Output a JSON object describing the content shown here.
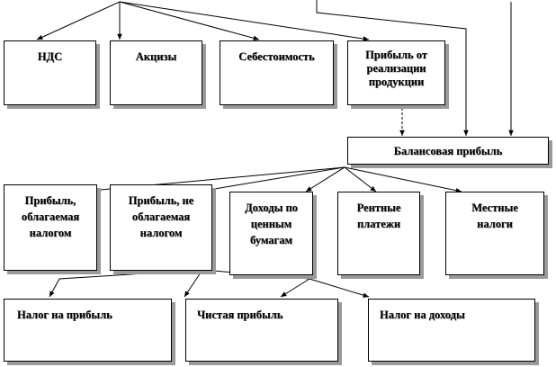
{
  "boxes": {
    "nds": "НДС",
    "akcizy": "Акцизы",
    "sebestoimost": "Себестоимость",
    "pribyl_realizacii": "Прибыль от реализации продукции",
    "balansovaya": "Балансовая прибыль",
    "oblagaemaya": "Прибыль, облагаемая налогом",
    "ne_oblagaemaya": "Прибыль, не облагаемая налогом",
    "dohody_cb": "Доходы по ценным бумагам",
    "rentnye": "Рентные платежи",
    "mestnye": "Местные налоги",
    "nalog_pribyl": "Налог на прибыль",
    "chistaya": "Чистая прибыль",
    "nalog_dohody": "Налог на доходы"
  }
}
